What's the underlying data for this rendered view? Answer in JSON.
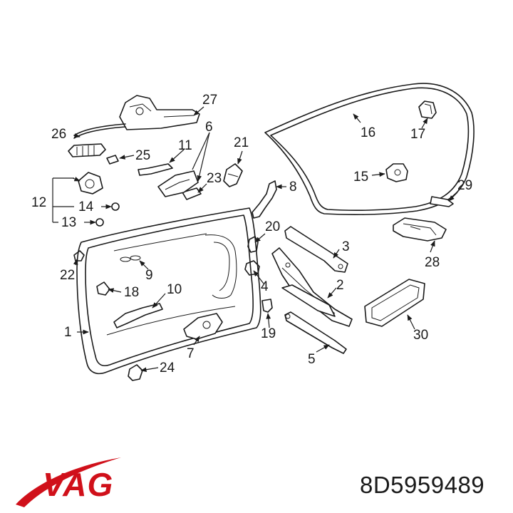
{
  "callouts": {
    "c1": "1",
    "c2": "2",
    "c3": "3",
    "c4": "4",
    "c5": "5",
    "c6": "6",
    "c7": "7",
    "c8": "8",
    "c9": "9",
    "c10": "10",
    "c11": "11",
    "c12": "12",
    "c13": "13",
    "c14": "14",
    "c15": "15",
    "c16": "16",
    "c17": "17",
    "c18": "18",
    "c19": "19",
    "c20": "20",
    "c21": "21",
    "c22": "22",
    "c23": "23",
    "c24": "24",
    "c25": "25",
    "c26": "26",
    "c27": "27",
    "c28": "28",
    "c29": "29",
    "c30": "30"
  },
  "brand": {
    "logo": "VAG",
    "color": "#d0101a"
  },
  "part_number": "8D5959489"
}
